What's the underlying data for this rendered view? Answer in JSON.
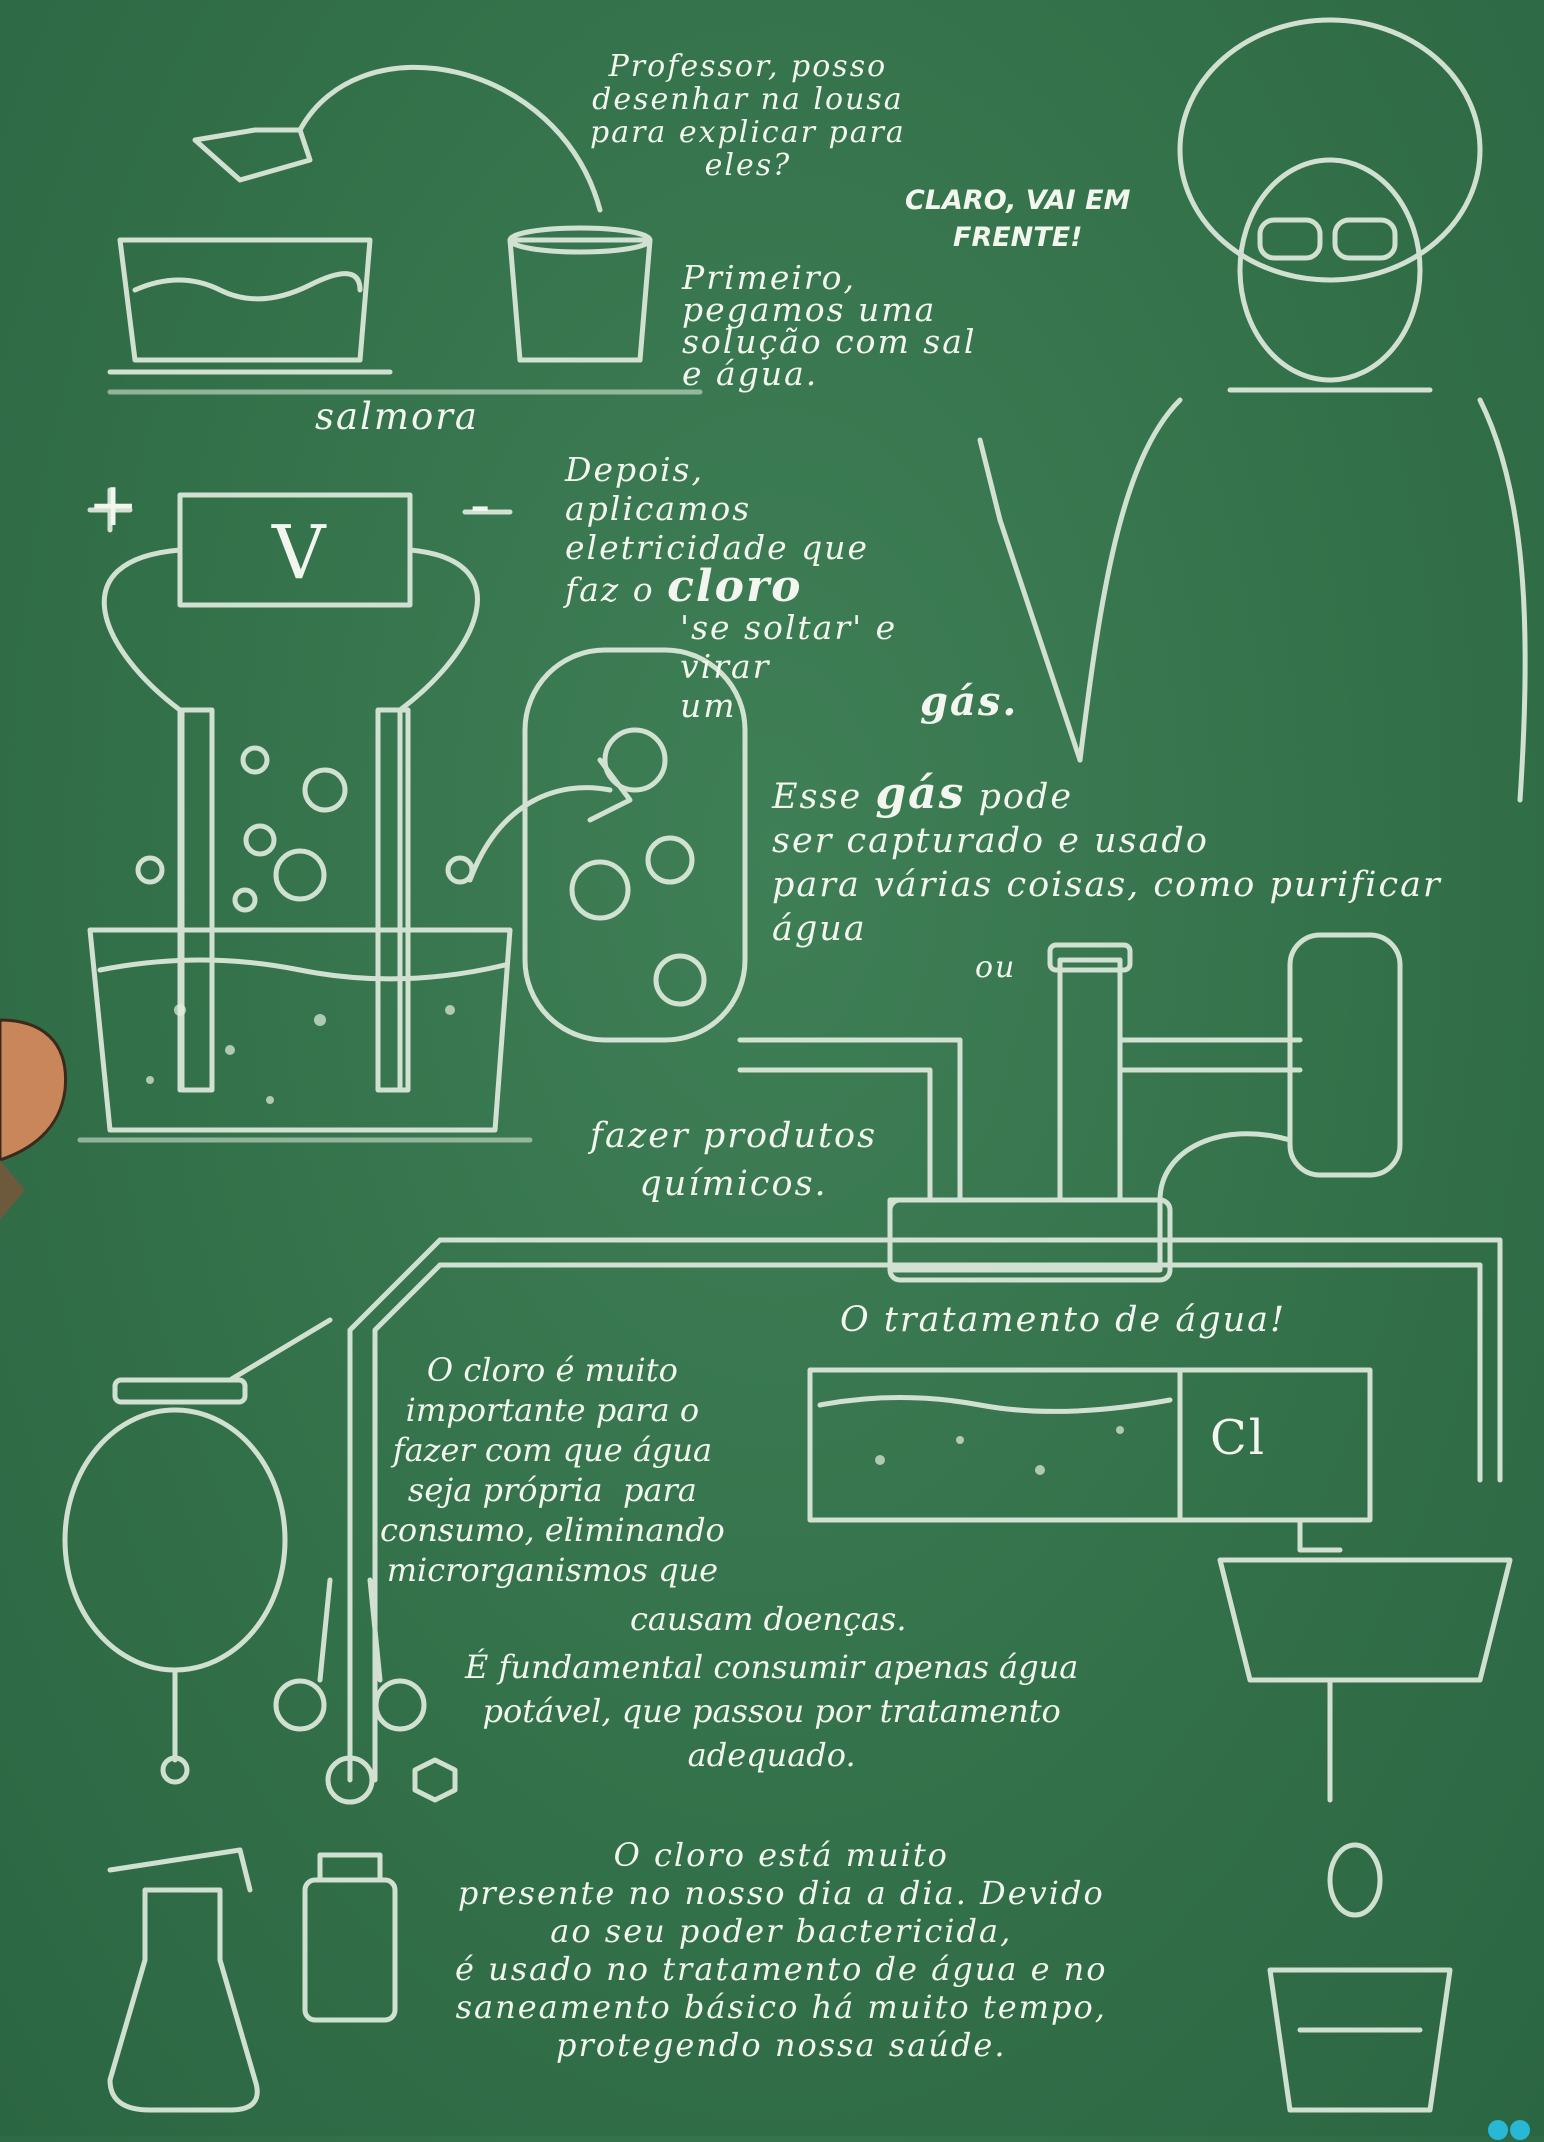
{
  "dialogue": {
    "question": "Professor, posso\ndesenhar na lousa\npara explicar para\neles?",
    "answer": "CLARO, VAI EM\nFRENTE!"
  },
  "labels": {
    "brine": "salmora",
    "battery": "V",
    "plus": "+",
    "minus": "-",
    "chlorine_symbol": "Cl"
  },
  "text": {
    "step1": "Primeiro,\npegamos uma\nsolução com sal\ne água.",
    "step2_a": "Depois,\naplicamos\neletricidade que\nfaz o ",
    "step2_cloro": "cloro",
    "step2_b": "'se soltar' e\nvirar\num ",
    "step2_gas": "gás.",
    "gas_a": "Esse ",
    "gas_word": "gás",
    "gas_b": " pode\nser capturado e usado\npara várias coisas, como purificar\nágua",
    "ou": "ou",
    "products": "fazer produtos\nquímicos.",
    "treatment_title": "O tratamento de água!",
    "importance": "O cloro é muito\nimportante para o\nfazer com que água\nseja própria  para\nconsumo, eliminando\nmicrorganismos que",
    "importance_b": "causam doenças.",
    "fundamental": "É fundamental consumir apenas água\npotável, que passou por tratamento\nadequado.",
    "daily": "O cloro está muito\npresente no nosso dia a dia. Devido\nao seu poder bactericida,\né usado no tratamento de água e no\nsaneamento básico há muito tempo,\nprotegendo nossa saúde."
  },
  "colors": {
    "board": "#33714a",
    "chalk": "#e6efe2",
    "page_badge": "#29b7d6"
  }
}
